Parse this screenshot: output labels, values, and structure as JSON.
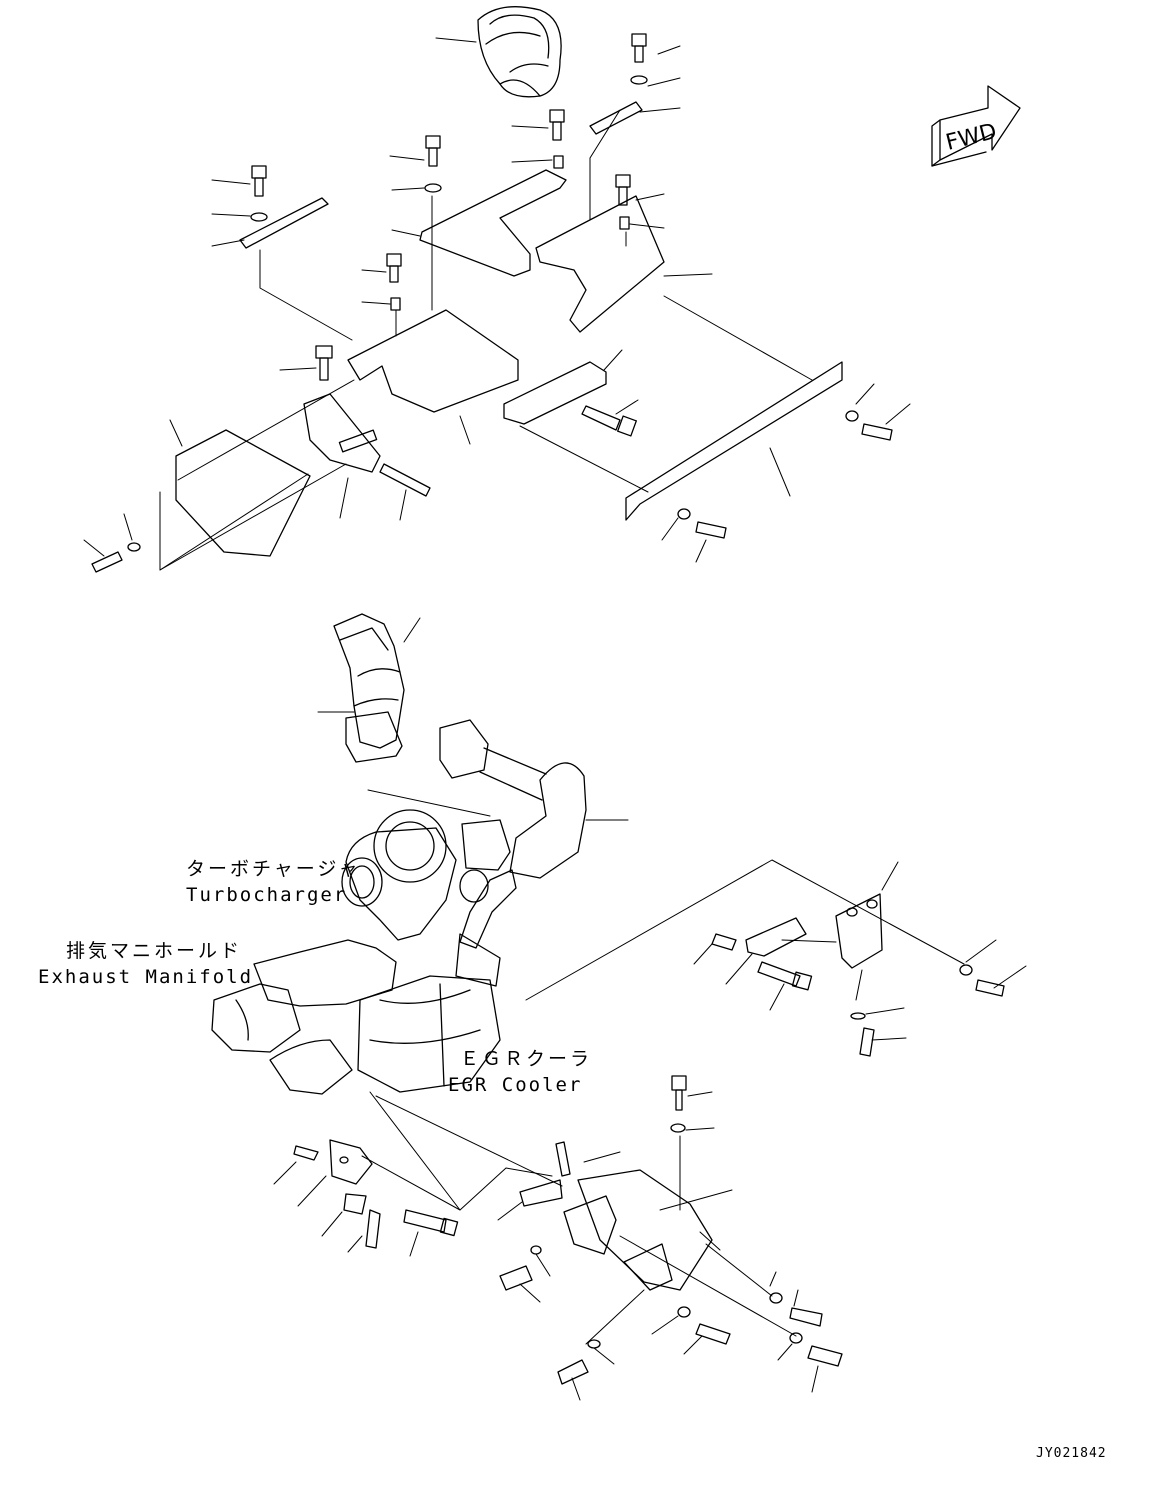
{
  "direction_marker": {
    "text": "FWD"
  },
  "labels": {
    "turbocharger": {
      "jp": "ターボチャージャ",
      "en": "Turbocharger"
    },
    "exhaust_manifold": {
      "jp": "排気マニホールド",
      "en": "Exhaust Manifold"
    },
    "egr_cooler": {
      "jp": "ＥＧＲクーラ",
      "en": "EGR Cooler"
    }
  },
  "document_number": "JY021842",
  "colors": {
    "line": "#000000",
    "background": "#ffffff"
  }
}
